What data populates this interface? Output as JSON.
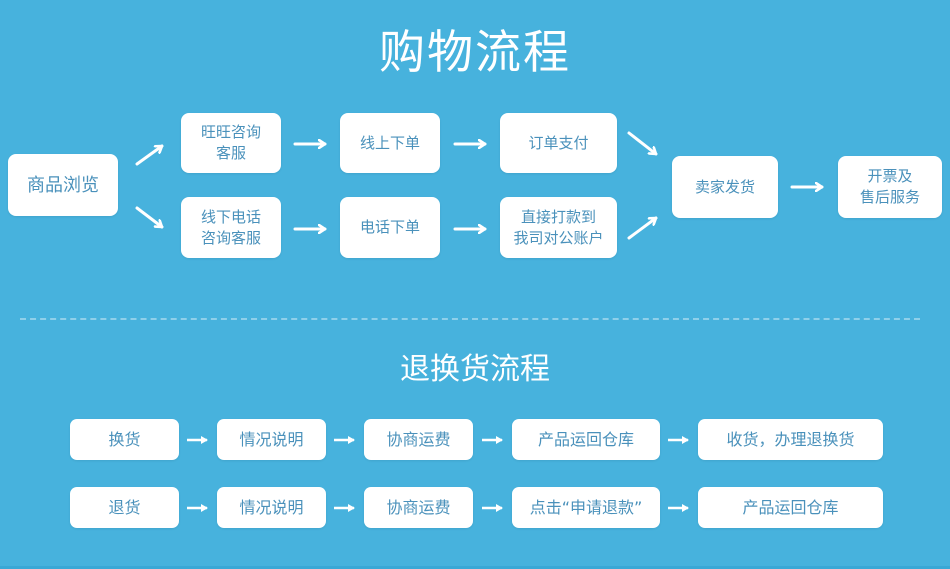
{
  "purchase_flow": {
    "title": "购物流程",
    "start": "商品浏览",
    "online": {
      "consult": "旺旺咨询\n客服",
      "order": "线上下单",
      "pay": "订单支付"
    },
    "offline": {
      "consult": "线下电话\n咨询客服",
      "order": "电话下单",
      "pay": "直接打款到\n我司对公账户"
    },
    "ship": "卖家发货",
    "service": "开票及\n售后服务"
  },
  "return_flow": {
    "title": "退换货流程",
    "exchange_row": [
      "换货",
      "情况说明",
      "协商运费",
      "产品运回仓库",
      "收货，办理退换货"
    ],
    "refund_row": [
      "退货",
      "情况说明",
      "协商运费",
      "点击“申请退款”",
      "产品运回仓库"
    ]
  },
  "colors": {
    "background": "#47b2dd",
    "box": "#ffffff",
    "box_text": "#4a91bb",
    "title": "#ffffff"
  }
}
